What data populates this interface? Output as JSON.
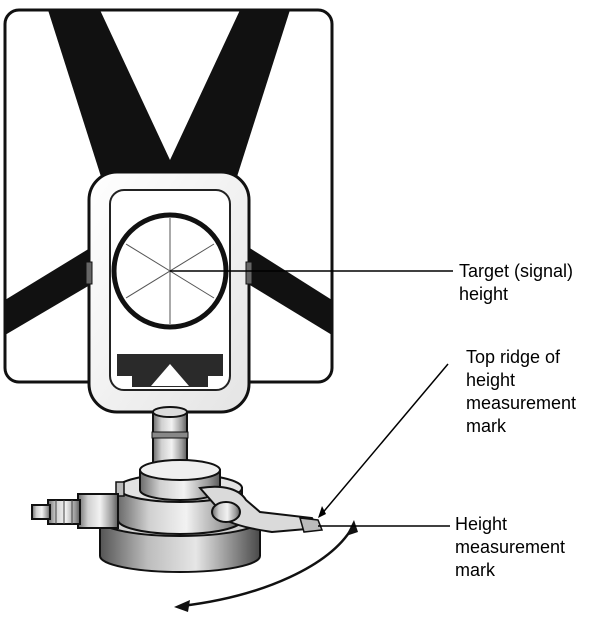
{
  "labels": {
    "target_height": [
      "Target (signal)",
      "height"
    ],
    "top_ridge": [
      "Top ridge of",
      "height",
      "measurement",
      "mark"
    ],
    "height_mark": [
      "Height",
      "measurement",
      "mark"
    ]
  },
  "colors": {
    "ink": "#111111",
    "paper": "#ffffff",
    "metal_light": "#d8d8d8",
    "metal_mid": "#9a9a9a",
    "metal_dark": "#5a5a5a"
  }
}
